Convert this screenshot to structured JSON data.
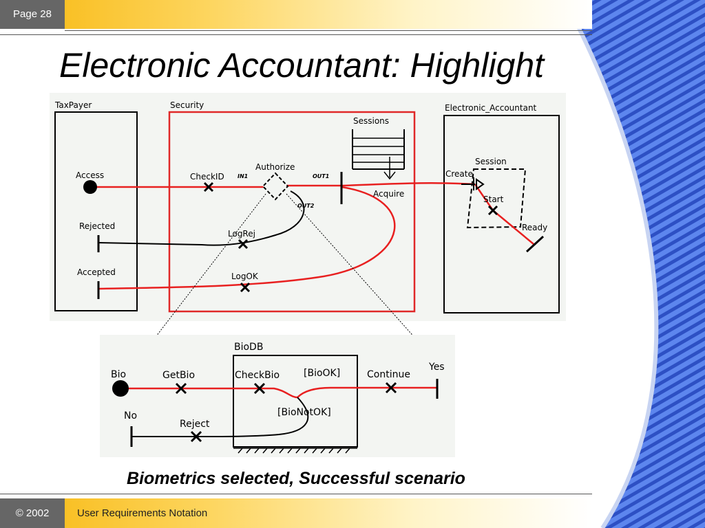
{
  "header": {
    "page_label": "Page 28"
  },
  "title": "Electronic Accountant: Highlight",
  "top_diagram": {
    "components": {
      "taxpayer": "TaxPayer",
      "security": "Security",
      "accountant": "Electronic_Accountant",
      "sessions": "Sessions",
      "session": "Session"
    },
    "nodes": {
      "access": "Access",
      "rejected": "Rejected",
      "accepted": "Accepted",
      "checkid": "CheckID",
      "authorize": "Authorize",
      "in1": "IN1",
      "out1": "OUT1",
      "out2": "OUT2",
      "acquire": "Acquire",
      "logrej": "LogRej",
      "logok": "LogOK",
      "create": "Create",
      "start": "Start",
      "ready": "Ready"
    }
  },
  "bottom_diagram": {
    "component": "BioDB",
    "nodes": {
      "bio": "Bio",
      "getbio": "GetBio",
      "checkbio": "CheckBio",
      "biook": "[BioOK]",
      "continue": "Continue",
      "yes": "Yes",
      "no": "No",
      "reject": "Reject",
      "bionotok": "[BioNotOK]"
    }
  },
  "caption": "Biometrics selected, Successful scenario",
  "footer": {
    "copyright": "© 2002",
    "text": "User Requirements Notation"
  },
  "colors": {
    "path_red": "#e82020",
    "component_border_red": "#e02828",
    "stripe_blue": "#3a62d8",
    "bar_gold": "#f7b70c"
  }
}
